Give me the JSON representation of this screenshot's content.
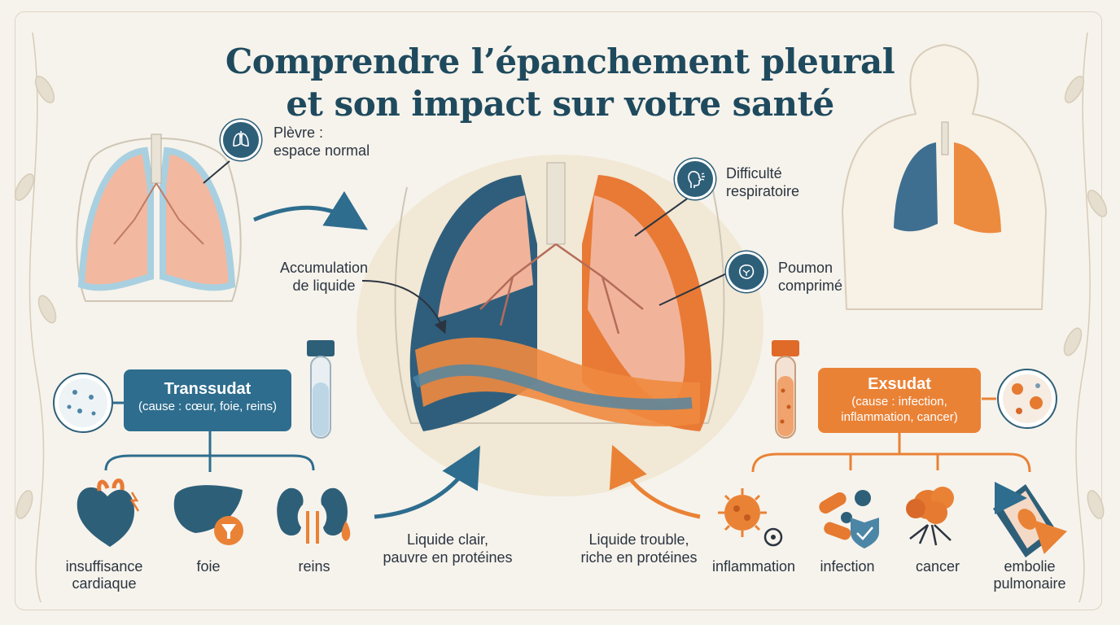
{
  "title": {
    "line1": "Comprendre l’épanchement pleural",
    "line2": "et son impact sur votre santé"
  },
  "labels": {
    "plevre_line1": "Plèvre :",
    "plevre_line2": "espace normal",
    "accumulation_line1": "Accumulation",
    "accumulation_line2": "de liquide",
    "difficulte_line1": "Difficulté",
    "difficulte_line2": "respiratoire",
    "poumon_line1": "Poumon",
    "poumon_line2": "comprimé",
    "liquide_clair_line1": "Liquide clair,",
    "liquide_clair_line2": "pauvre en protéines",
    "liquide_trouble_line1": "Liquide trouble,",
    "liquide_trouble_line2": "riche en protéines"
  },
  "transsudat": {
    "title": "Transsudat",
    "cause": "(cause : cœur, foie, reins)",
    "causes": [
      {
        "line1": "insuffisance",
        "line2": "cardiaque",
        "icon": "heart-icon"
      },
      {
        "line1": "foie",
        "line2": "",
        "icon": "liver-icon"
      },
      {
        "line1": "reins",
        "line2": "",
        "icon": "kidneys-icon"
      }
    ]
  },
  "exsudat": {
    "title": "Exsudat",
    "cause_line1": "(cause : infection,",
    "cause_line2": "inflammation, cancer)",
    "causes": [
      {
        "line1": "inflammation",
        "line2": "",
        "icon": "virus-biohazard-icon"
      },
      {
        "line1": "infection",
        "line2": "",
        "icon": "bacteria-shield-icon"
      },
      {
        "line1": "cancer",
        "line2": "",
        "icon": "tumor-icon"
      },
      {
        "line1": "embolie",
        "line2": "pulmonaire",
        "icon": "blood-clot-icon"
      }
    ]
  },
  "colors": {
    "blue": "#2e6d8e",
    "dark_blue": "#1f4a5e",
    "orange": "#ea8236",
    "background": "#f6f3ec"
  }
}
